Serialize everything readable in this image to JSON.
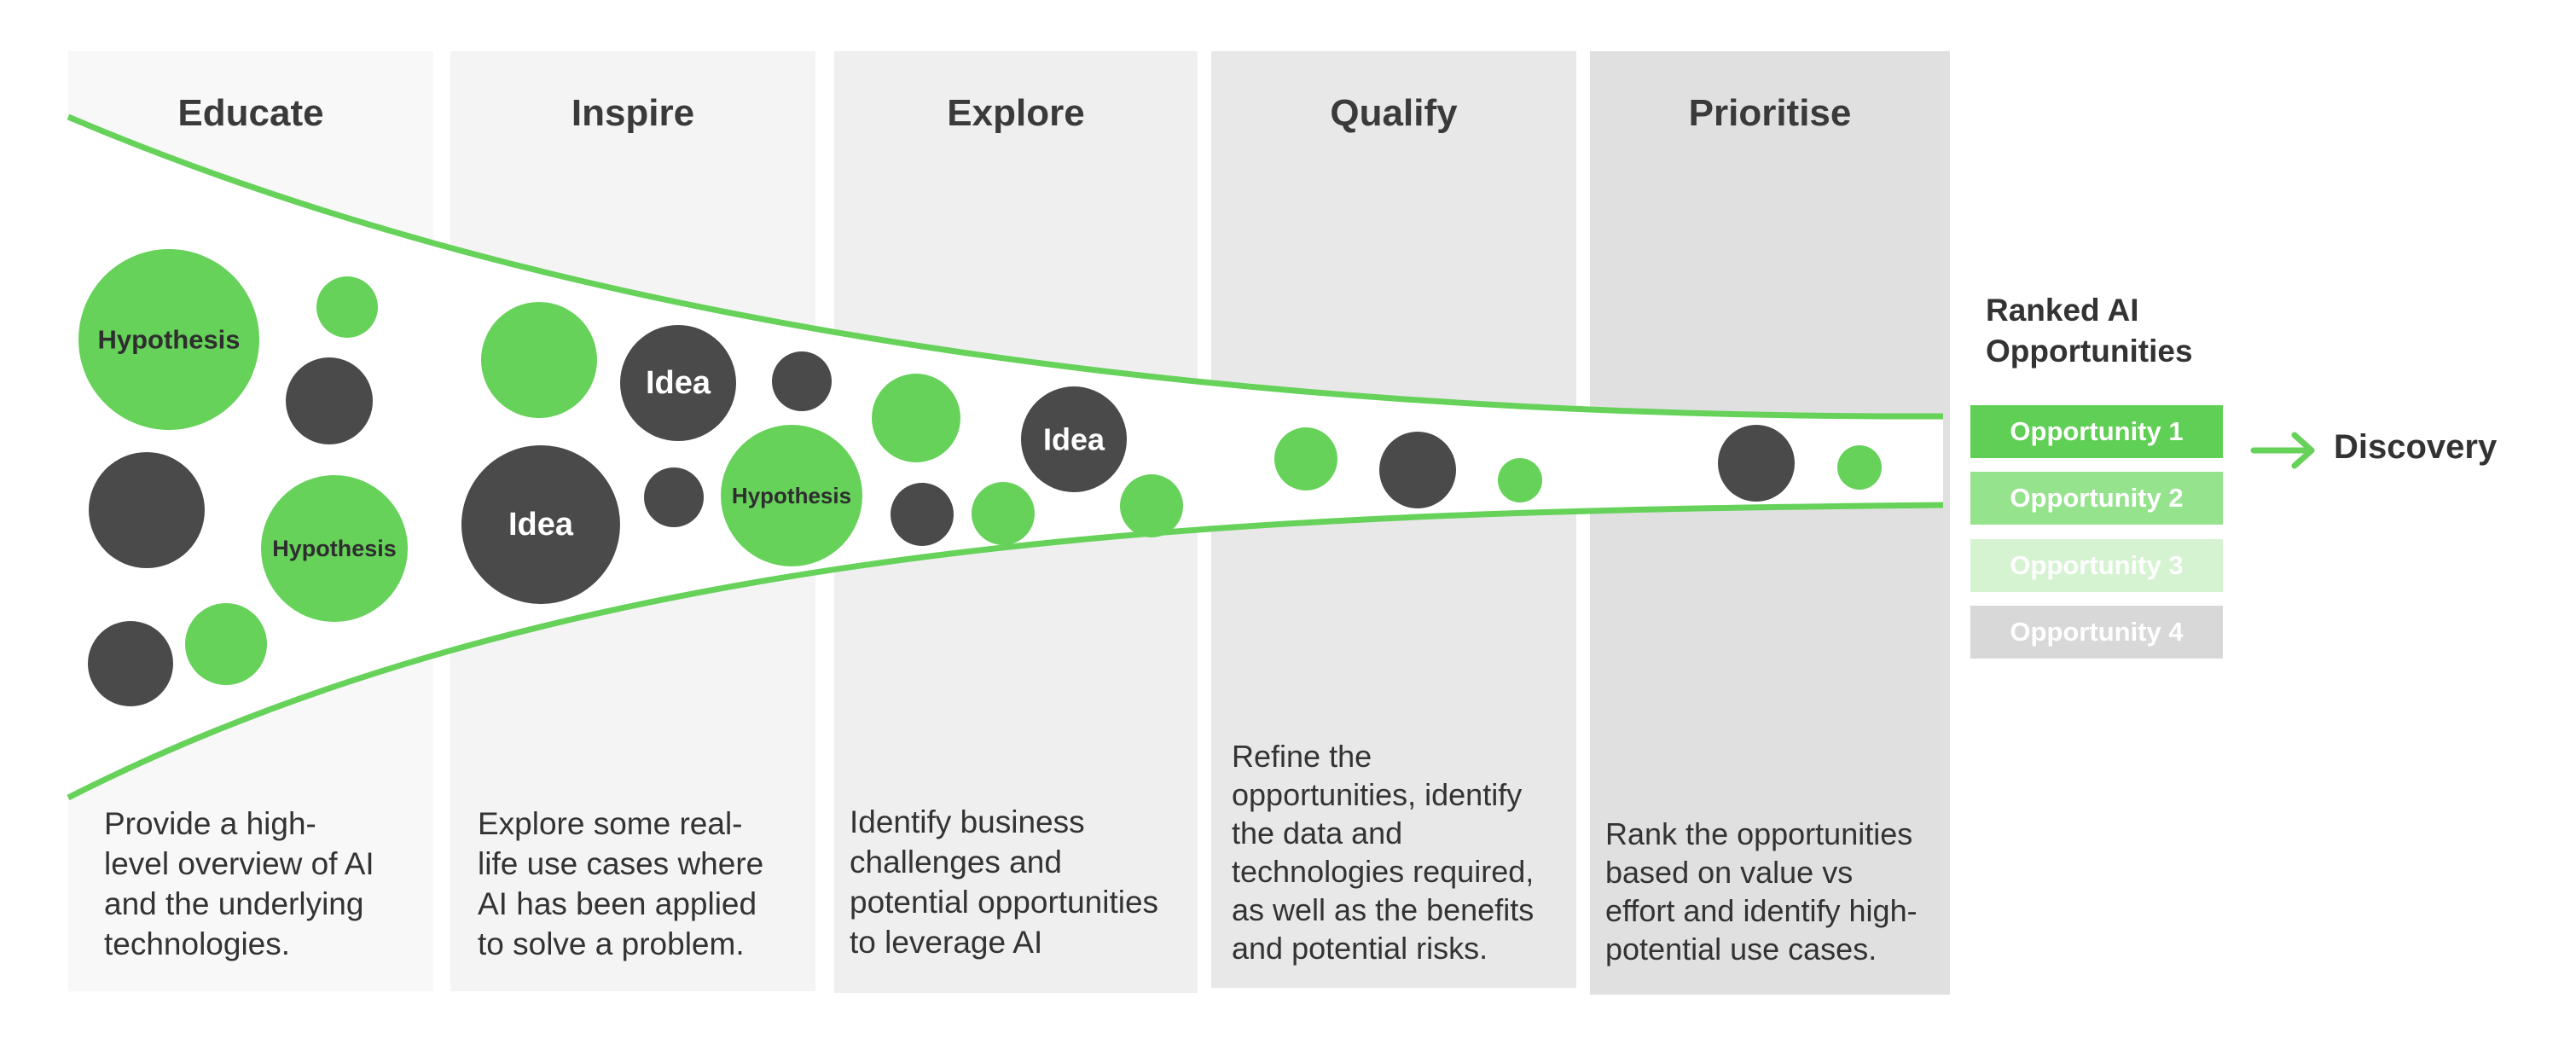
{
  "stages": [
    {
      "title": "Educate",
      "description_lines": [
        "Provide a high-",
        "level overview of AI",
        "and the underlying",
        "technologies."
      ]
    },
    {
      "title": "Inspire",
      "description_lines": [
        "Explore some real-",
        "life use cases where",
        "AI has been applied",
        "to solve a problem."
      ]
    },
    {
      "title": "Explore",
      "description_lines": [
        "Identify business",
        "challenges and",
        "potential opportunities",
        "to leverage AI"
      ]
    },
    {
      "title": "Qualify",
      "description_lines": [
        "Refine the",
        "opportunities, identify",
        "the data and",
        "technologies required,",
        "as well as the benefits",
        "and potential risks."
      ]
    },
    {
      "title": "Prioritise",
      "description_lines": [
        "Rank the opportunities",
        "based on value vs",
        "effort and identify high-",
        "potential use cases."
      ]
    }
  ],
  "bubbles": {
    "labels": {
      "hypothesis": "Hypothesis",
      "idea": "Idea"
    }
  },
  "ranked": {
    "title_lines": [
      "Ranked AI",
      "Opportunities"
    ],
    "opportunities": [
      "Opportunity 1",
      "Opportunity 2",
      "Opportunity 3",
      "Opportunity 4"
    ]
  },
  "discovery": "Discovery",
  "colors": {
    "green": "#66d25a",
    "dark": "#4a4a4a",
    "opp1": "#5fcf55",
    "opp2": "#96e38d",
    "opp3": "#d5f3d1",
    "opp4": "#d8d8d8"
  }
}
